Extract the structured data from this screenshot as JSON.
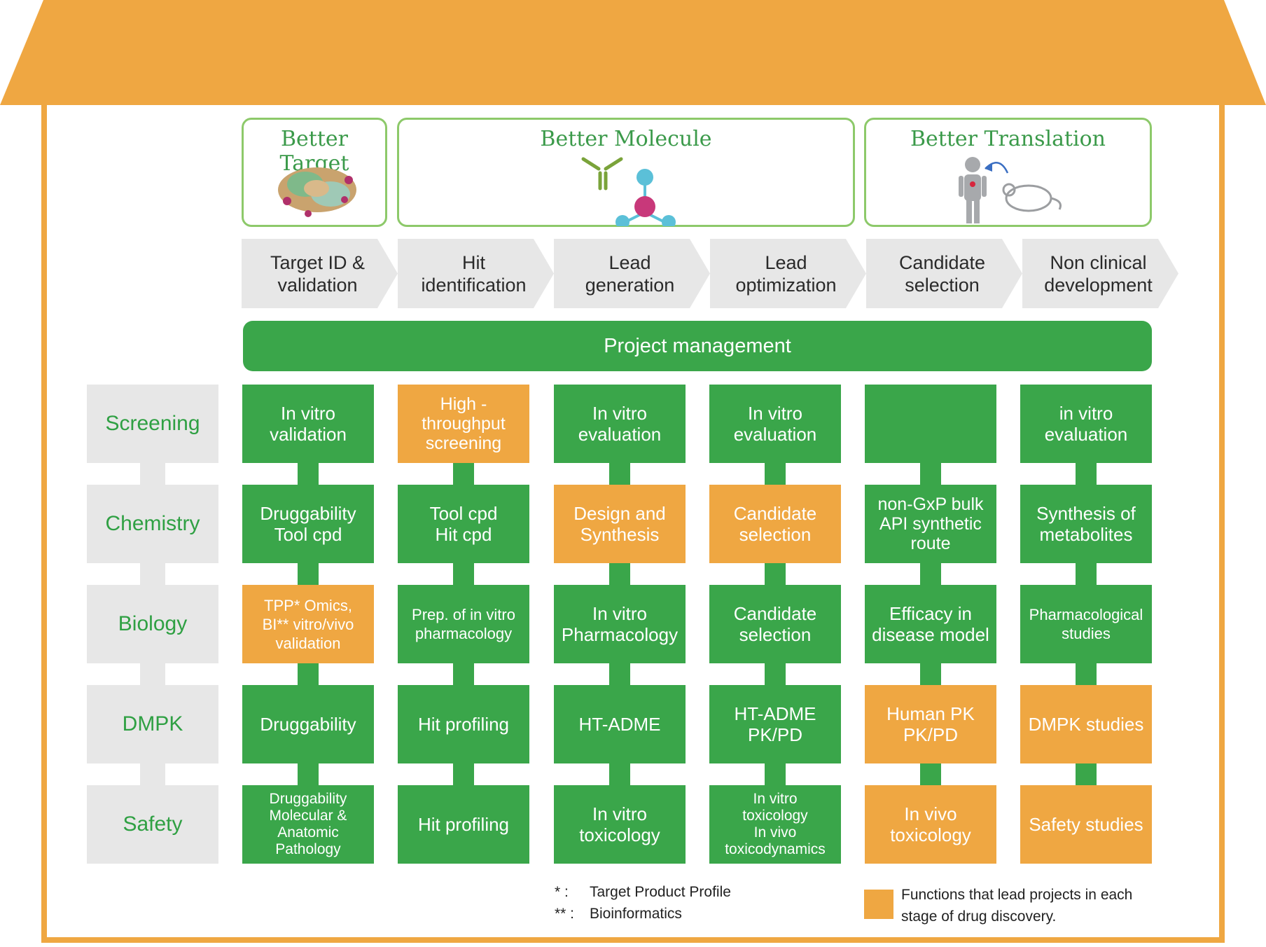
{
  "headers": [
    {
      "title": "Better Target",
      "icon": "protein-structure-icon"
    },
    {
      "title": "Better Molecule",
      "icon": "antibody-and-molecule-icon"
    },
    {
      "title": "Better Translation",
      "icon": "human-to-mouse-icon"
    }
  ],
  "stages": [
    "Target ID &\nvalidation",
    "Hit\nidentification",
    "Lead\ngeneration",
    "Lead\noptimization",
    "Candidate\nselection",
    "Non clinical\ndevelopment"
  ],
  "project_management": "Project management",
  "categories": [
    "Screening",
    "Chemistry",
    "Biology",
    "DMPK",
    "Safety"
  ],
  "grid": [
    [
      {
        "text": "In vitro\nvalidation",
        "lead": false
      },
      {
        "text": "High -\nthroughput\nscreening",
        "lead": true
      },
      {
        "text": "In vitro\nevaluation",
        "lead": false
      },
      {
        "text": "In vitro\nevaluation",
        "lead": false
      },
      {
        "text": "",
        "lead": false
      },
      {
        "text": "in vitro\nevaluation",
        "lead": false
      }
    ],
    [
      {
        "text": "Druggability\nTool cpd",
        "lead": false
      },
      {
        "text": "Tool cpd\nHit cpd",
        "lead": false
      },
      {
        "text": "Design and\nSynthesis",
        "lead": true
      },
      {
        "text": "Candidate\nselection",
        "lead": true
      },
      {
        "text": "non-GxP bulk\nAPI synthetic\nroute",
        "lead": false
      },
      {
        "text": "Synthesis of\nmetabolites",
        "lead": false
      }
    ],
    [
      {
        "text": "TPP* Omics,\nBI** vitro/vivo\nvalidation",
        "lead": true
      },
      {
        "text": "Prep. of in vitro\npharmacology",
        "lead": false
      },
      {
        "text": "In vitro\nPharmacology",
        "lead": false
      },
      {
        "text": "Candidate\nselection",
        "lead": false
      },
      {
        "text": "Efficacy in\ndisease model",
        "lead": false
      },
      {
        "text": "Pharmacological\nstudies",
        "lead": false
      }
    ],
    [
      {
        "text": "Druggability",
        "lead": false
      },
      {
        "text": "Hit profiling",
        "lead": false
      },
      {
        "text": "HT-ADME",
        "lead": false
      },
      {
        "text": "HT-ADME\nPK/PD",
        "lead": false
      },
      {
        "text": "Human PK\nPK/PD",
        "lead": true
      },
      {
        "text": "DMPK studies",
        "lead": true
      }
    ],
    [
      {
        "text": "Druggability\nMolecular &\nAnatomic\nPathology",
        "lead": false
      },
      {
        "text": "Hit  profiling",
        "lead": false
      },
      {
        "text": "In vitro\ntoxicology",
        "lead": false
      },
      {
        "text": "In vitro\ntoxicology\nIn vivo\ntoxicodynamics",
        "lead": false
      },
      {
        "text": "In vivo\ntoxicology",
        "lead": true
      },
      {
        "text": "Safety studies",
        "lead": true
      }
    ]
  ],
  "footnotes": [
    {
      "mark": "* :",
      "text": "Target Product Profile"
    },
    {
      "mark": "** :",
      "text": "Bioinformatics"
    }
  ],
  "legend": {
    "text": "Functions that lead projects in each\nstage of drug discovery."
  },
  "colors": {
    "green": "#3AA64A",
    "orange": "#EFA742",
    "grey": "#E7E7E7",
    "header_border": "#8DC96A"
  }
}
